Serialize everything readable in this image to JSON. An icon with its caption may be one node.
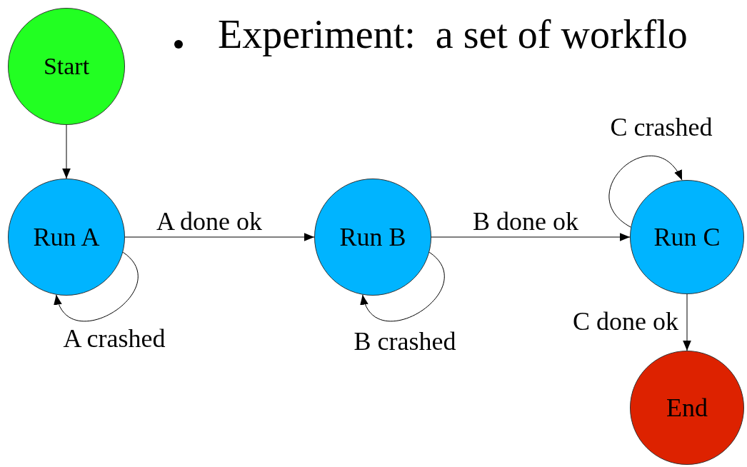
{
  "diagram": {
    "nodes": [
      {
        "text": [
          "Start"
        ]
      },
      {
        "text": [
          "Run A"
        ]
      },
      {
        "text": [
          "Run B"
        ]
      },
      {
        "text": [
          "Run C"
        ]
      },
      {
        "text": [
          "End"
        ]
      }
    ],
    "edges": [
      {
        "from": 0,
        "to": 1,
        "arrow": "to"
      },
      {
        "from": 1,
        "to": 2,
        "arrow": "to",
        "label": "A done ok"
      },
      {
        "from": 2,
        "to": 3,
        "arrow": "to",
        "label": "B done ok"
      },
      {
        "from": 3,
        "to": 4,
        "arrow": "to",
        "label": "C done ok"
      },
      {
        "from": 1,
        "to": 1,
        "arrow": "to",
        "label": "A crashed"
      },
      {
        "from": 2,
        "to": 2,
        "arrow": "to",
        "label": "B crashed"
      },
      {
        "from": 3,
        "to": 3,
        "arrow": "to",
        "label": "C crashed"
      }
    ],
    "labels": [
      "Experiment:  a set of workflo"
    ]
  }
}
